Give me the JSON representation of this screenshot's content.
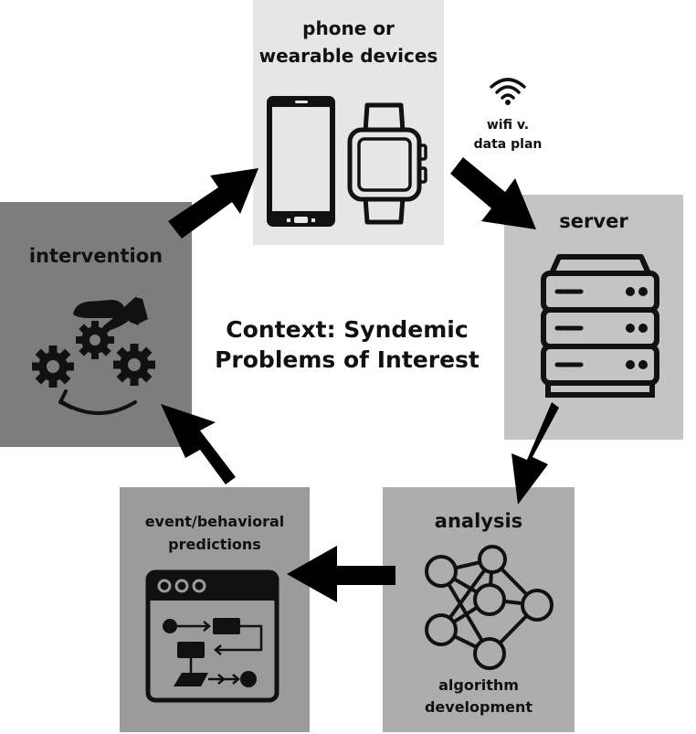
{
  "diagram": {
    "center_title_line1": "Context: Syndemic",
    "center_title_line2": "Problems of Interest",
    "nodes": {
      "phone": {
        "line1": "phone or",
        "line2": "wearable devices",
        "icons": [
          "smartphone-icon",
          "smartwatch-icon"
        ],
        "fill": "#e6e6e6"
      },
      "server": {
        "label": "server",
        "icons": [
          "server-rack-icon"
        ],
        "fill": "#c4c4c4"
      },
      "analysis": {
        "label": "analysis",
        "sub_line1": "algorithm",
        "sub_line2": "development",
        "icons": [
          "neural-network-icon"
        ],
        "fill": "#adadad"
      },
      "predictions": {
        "line1": "event/behavioral",
        "line2": "predictions",
        "icons": [
          "workflow-window-icon"
        ],
        "fill": "#9b9b9b"
      },
      "intervention": {
        "label": "intervention",
        "icons": [
          "hand-gears-icon"
        ],
        "fill": "#7d7d7d"
      }
    },
    "connection": {
      "line1": "wifi v.",
      "line2": "data plan",
      "icon": "wifi-icon"
    },
    "arrow_color": "#000000"
  }
}
